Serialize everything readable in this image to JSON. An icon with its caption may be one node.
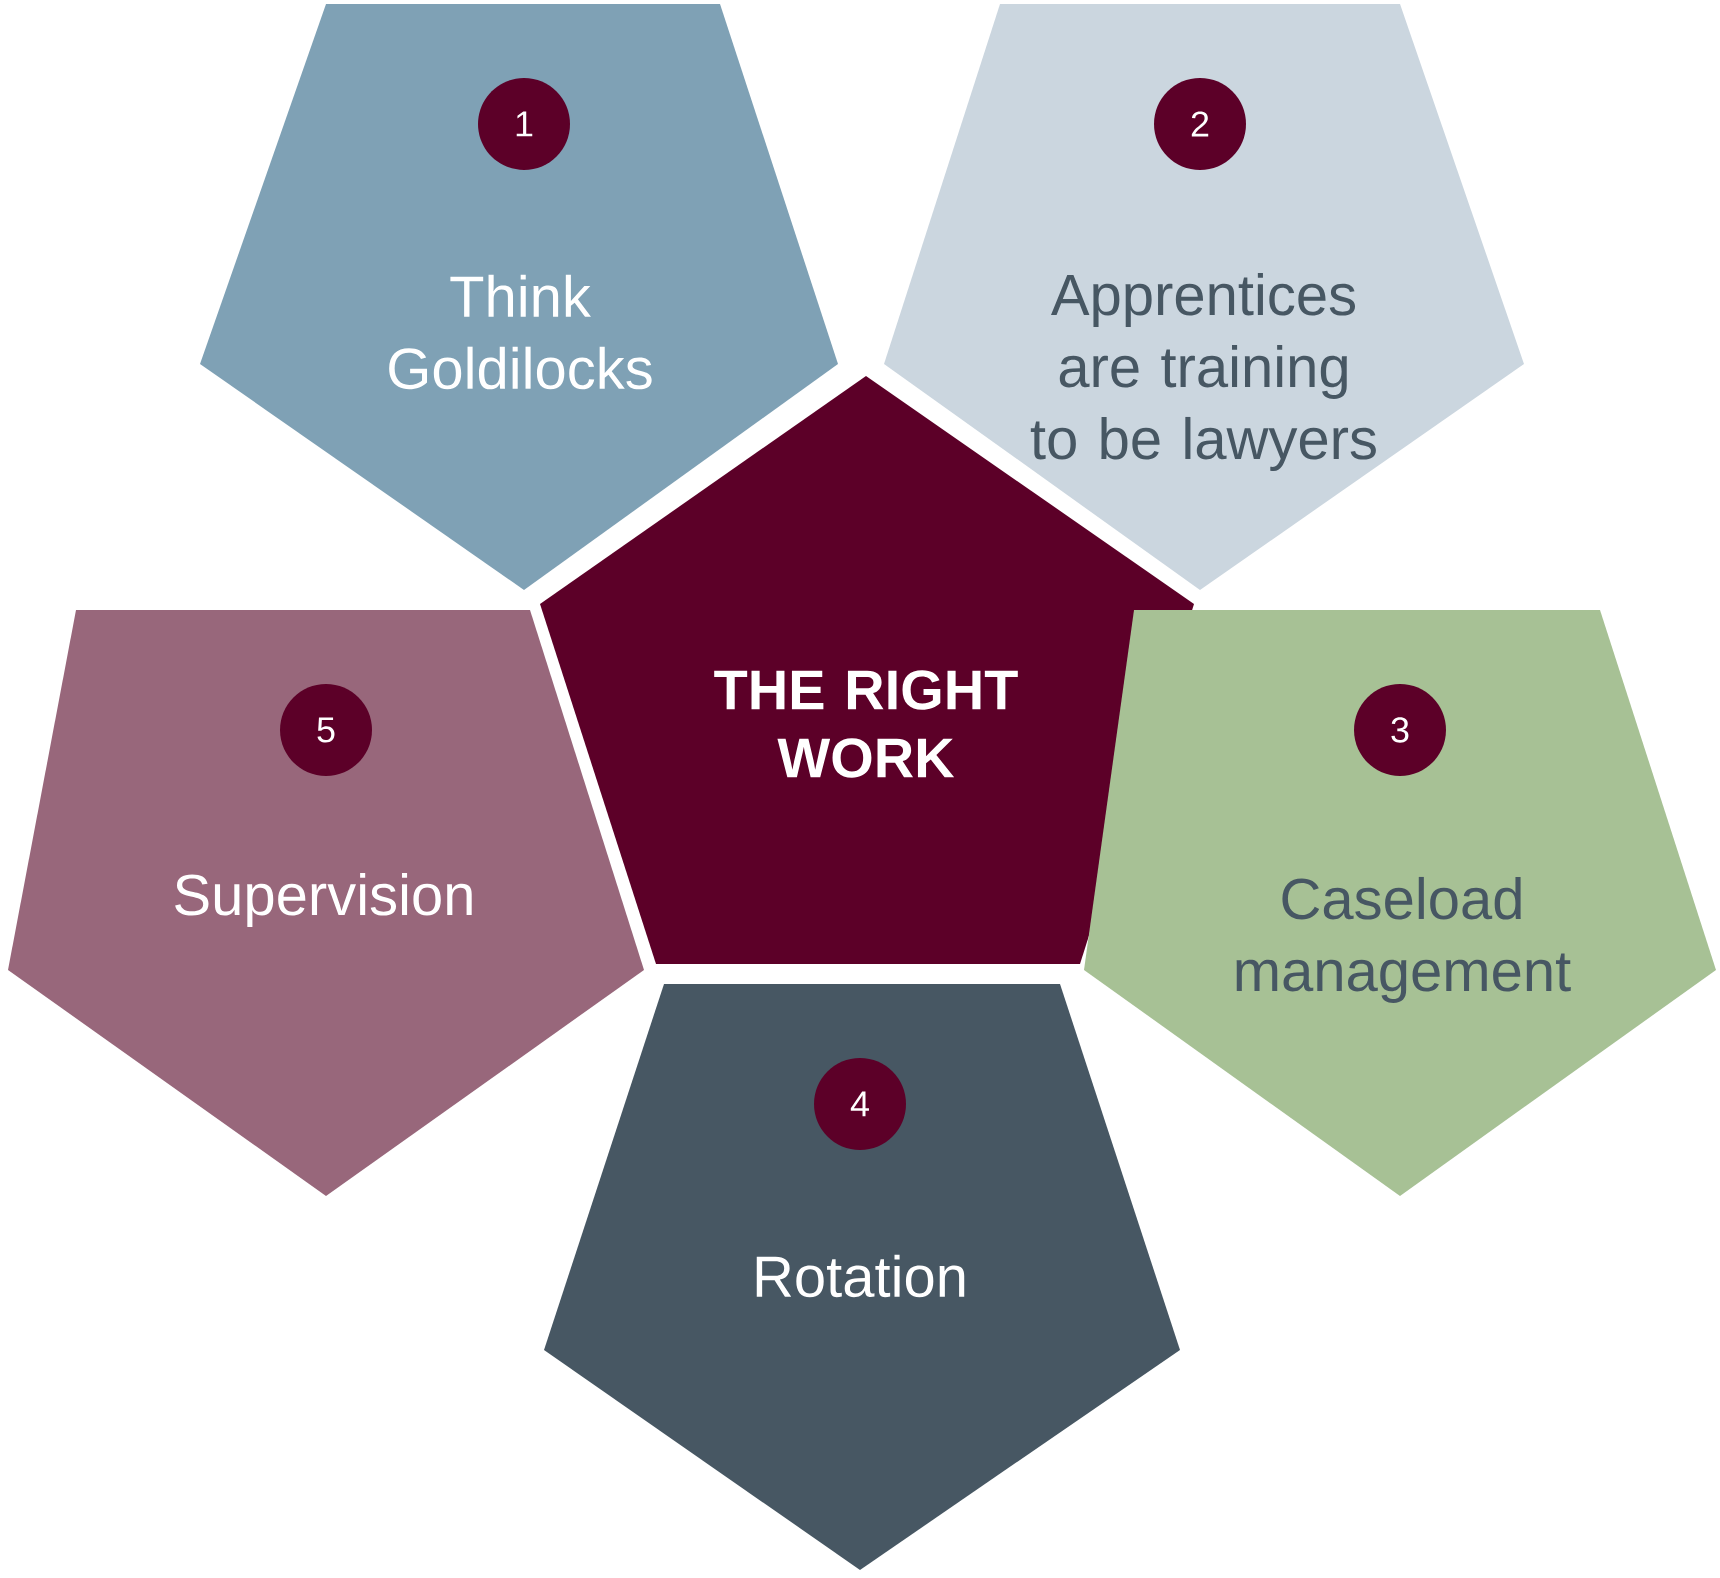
{
  "diagram": {
    "nodes": [
      {
        "text": [
          "THE RIGHT WORK"
        ]
      },
      {
        "text": [
          "Think Goldilocks"
        ]
      },
      {
        "text": [
          "1"
        ],
        "in": 1
      },
      {
        "text": [
          "Apprentices are training to be lawyers"
        ]
      },
      {
        "text": [
          "2"
        ],
        "in": 3
      },
      {
        "text": [
          "Supervision"
        ]
      },
      {
        "text": [
          "5"
        ],
        "in": 5
      },
      {
        "text": [
          "Caseload management"
        ]
      },
      {
        "text": [
          "3"
        ],
        "in": 7
      },
      {
        "text": [
          "Rotation"
        ]
      },
      {
        "text": [
          "4"
        ],
        "in": 9
      }
    ]
  }
}
